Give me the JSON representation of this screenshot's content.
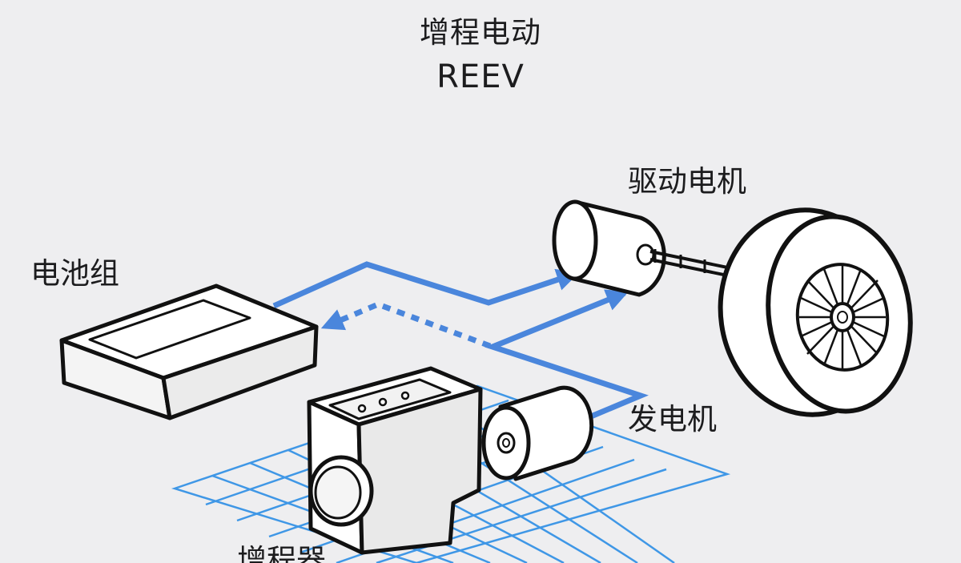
{
  "diagram": {
    "title": "增程电动",
    "subtitle": "REEV",
    "components": {
      "battery": "电池组",
      "drive_motor": "驱动电机",
      "generator": "发电机",
      "range_extender": "增程器"
    },
    "colors": {
      "background": "#eeeef0",
      "flow": "#4a86dc",
      "grid": "#3f97e6",
      "outline": "#111111"
    }
  }
}
